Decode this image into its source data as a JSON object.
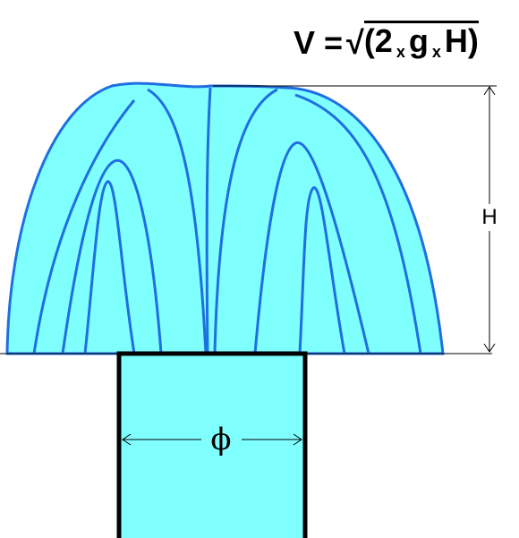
{
  "formula": {
    "lhs": "V = ",
    "sqrt_sign": "√",
    "open": "(2",
    "op1": "x",
    "g": "g",
    "op2": "x",
    "close": "H)"
  },
  "labels": {
    "height": "H",
    "diameter": "ϕ"
  },
  "colors": {
    "water_fill": "#80ffff",
    "water_stroke": "#1f6fe0",
    "pipe_fill": "#80ffff",
    "outline": "#000000"
  }
}
